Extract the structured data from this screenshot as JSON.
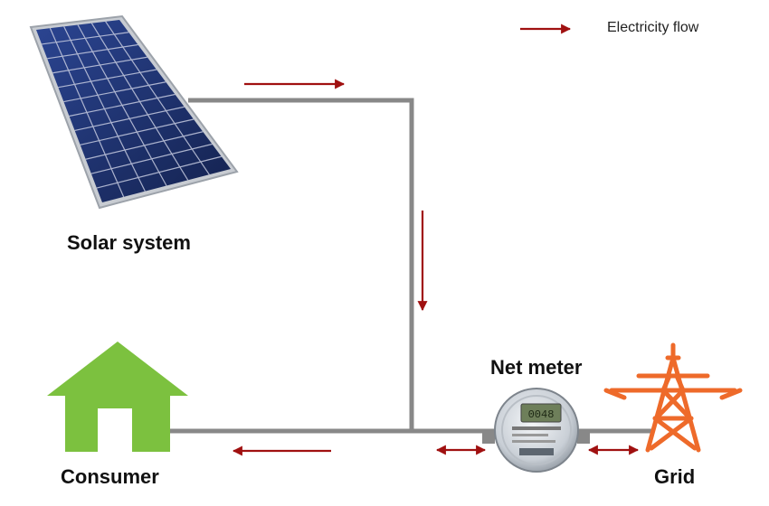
{
  "legend": {
    "label": "Electricity flow",
    "arrow_color": "#a01010"
  },
  "nodes": {
    "solar": {
      "label": "Solar system"
    },
    "consumer": {
      "label": "Consumer"
    },
    "net_meter": {
      "label": "Net meter",
      "display": "0048"
    },
    "grid": {
      "label": "Grid"
    }
  },
  "colors": {
    "wire": "#888888",
    "arrow": "#a01010",
    "house": "#7cc13f",
    "tower": "#ee6a2a",
    "panel_cell": "#1c2f6b",
    "panel_frame": "#c8ccd2"
  }
}
